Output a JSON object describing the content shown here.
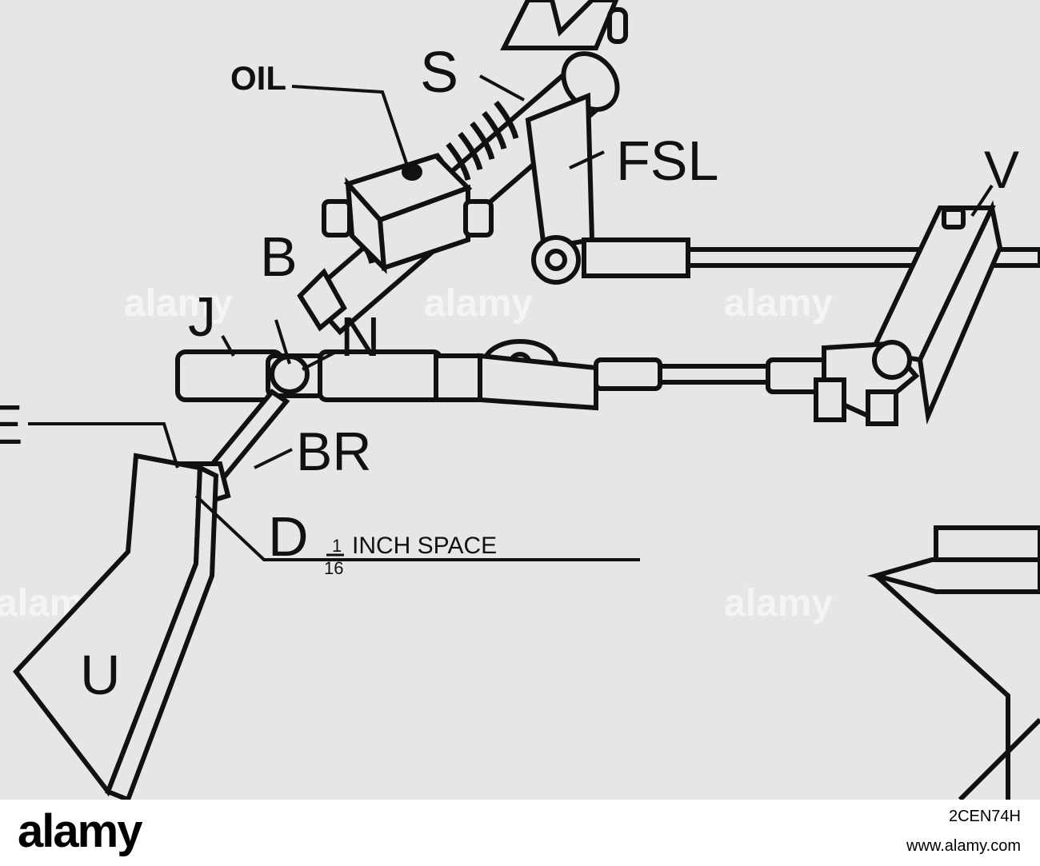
{
  "labels": {
    "oil": "OIL",
    "s": "S",
    "fsl": "FSL",
    "v": "V",
    "b": "B",
    "j": "J",
    "n": "N",
    "e": "E",
    "br": "BR",
    "d": "D",
    "fraction_num": "1",
    "fraction_den": "16",
    "space": "INCH  SPACE",
    "u": "U"
  },
  "watermark": "alamy",
  "footer": {
    "logo": "alamy",
    "image_id": "2CEN74H",
    "url": "www.alamy.com"
  },
  "colors": {
    "background": "#e6e6e6",
    "ink": "#111111",
    "footer_bg": "#ffffff"
  }
}
